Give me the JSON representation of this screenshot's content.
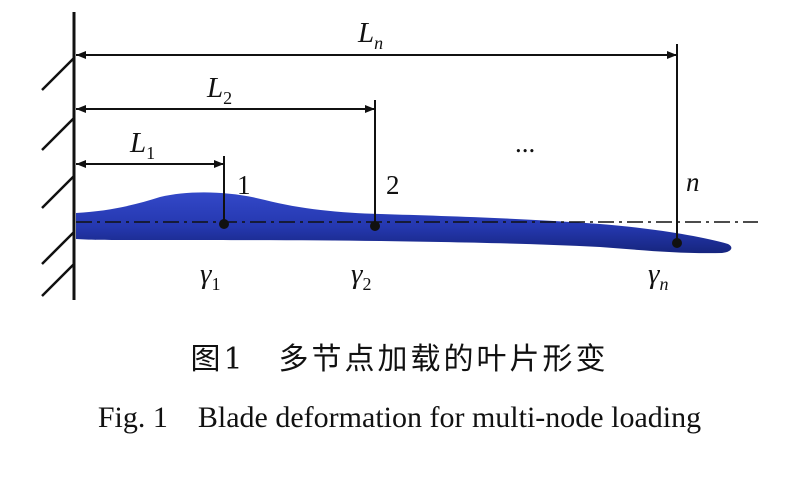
{
  "diagram": {
    "length_labels": [
      {
        "base": "L",
        "sub": "1"
      },
      {
        "base": "L",
        "sub": "2"
      },
      {
        "base": "L",
        "sub": "n"
      }
    ],
    "node_labels": [
      "1",
      "2",
      "n"
    ],
    "ellipsis": "...",
    "gamma_labels": [
      {
        "base": "γ",
        "sub": "1"
      },
      {
        "base": "γ",
        "sub": "2"
      },
      {
        "base": "γ",
        "sub": "n"
      }
    ],
    "colors": {
      "blade": "#2a3fb8",
      "blade_dark": "#1a2a8a",
      "line": "#111111"
    }
  },
  "caption": {
    "cn": "图1　多节点加载的叶片形变",
    "en": "Fig. 1　Blade deformation for multi-node loading"
  }
}
